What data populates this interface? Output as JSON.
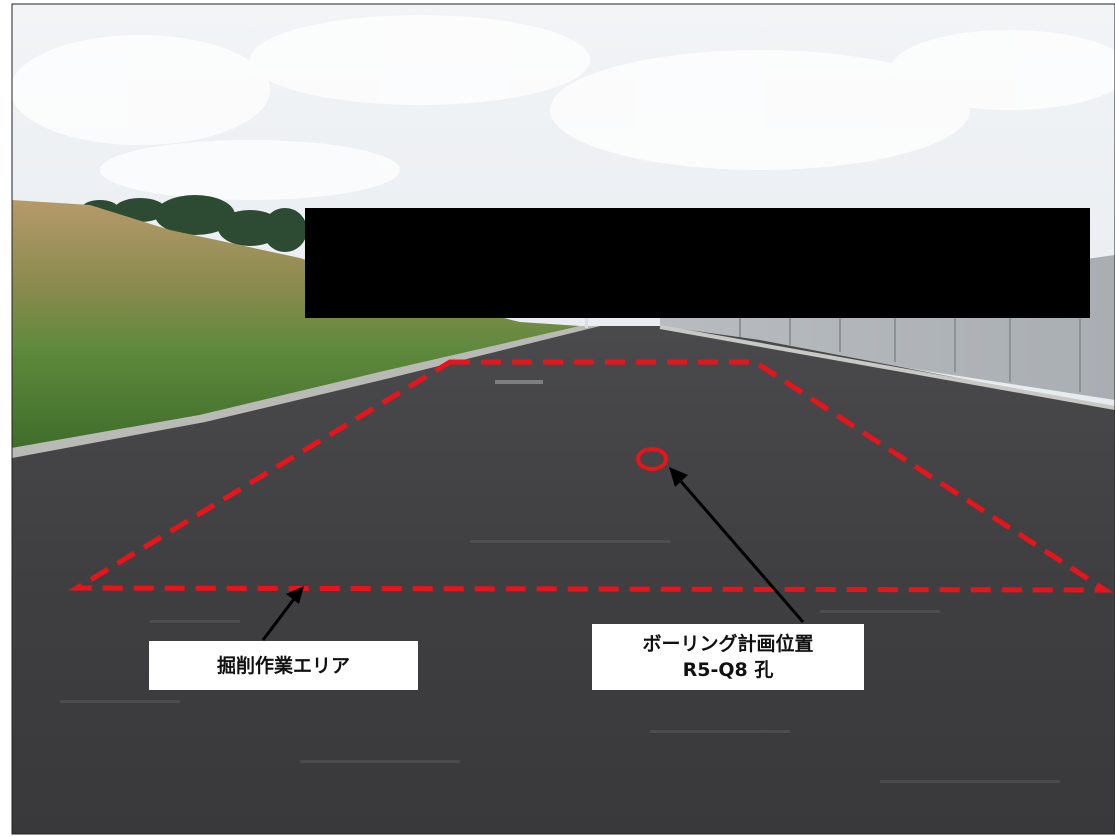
{
  "annotations": {
    "excavation_area_label": "掘削作業エリア",
    "boring_label_line1": "ボーリング計画位置",
    "boring_label_line2": "R5-Q8 孔",
    "marker_color": "#e8141b",
    "arrow_color": "#000000"
  },
  "redaction": {
    "color": "#000000"
  }
}
